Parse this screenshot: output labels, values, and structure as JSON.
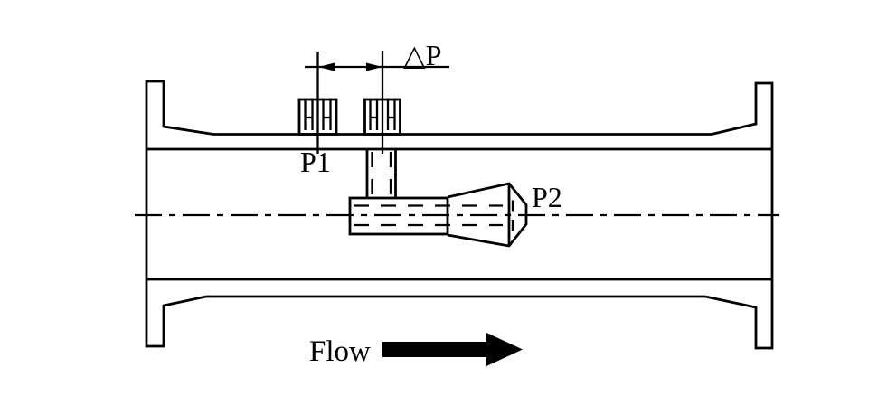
{
  "diagram": {
    "labels": {
      "p1": "P1",
      "p2": "P2",
      "delta_p": "△P",
      "flow": "Flow"
    },
    "colors": {
      "line": "#000000",
      "background": "#ffffff"
    }
  }
}
